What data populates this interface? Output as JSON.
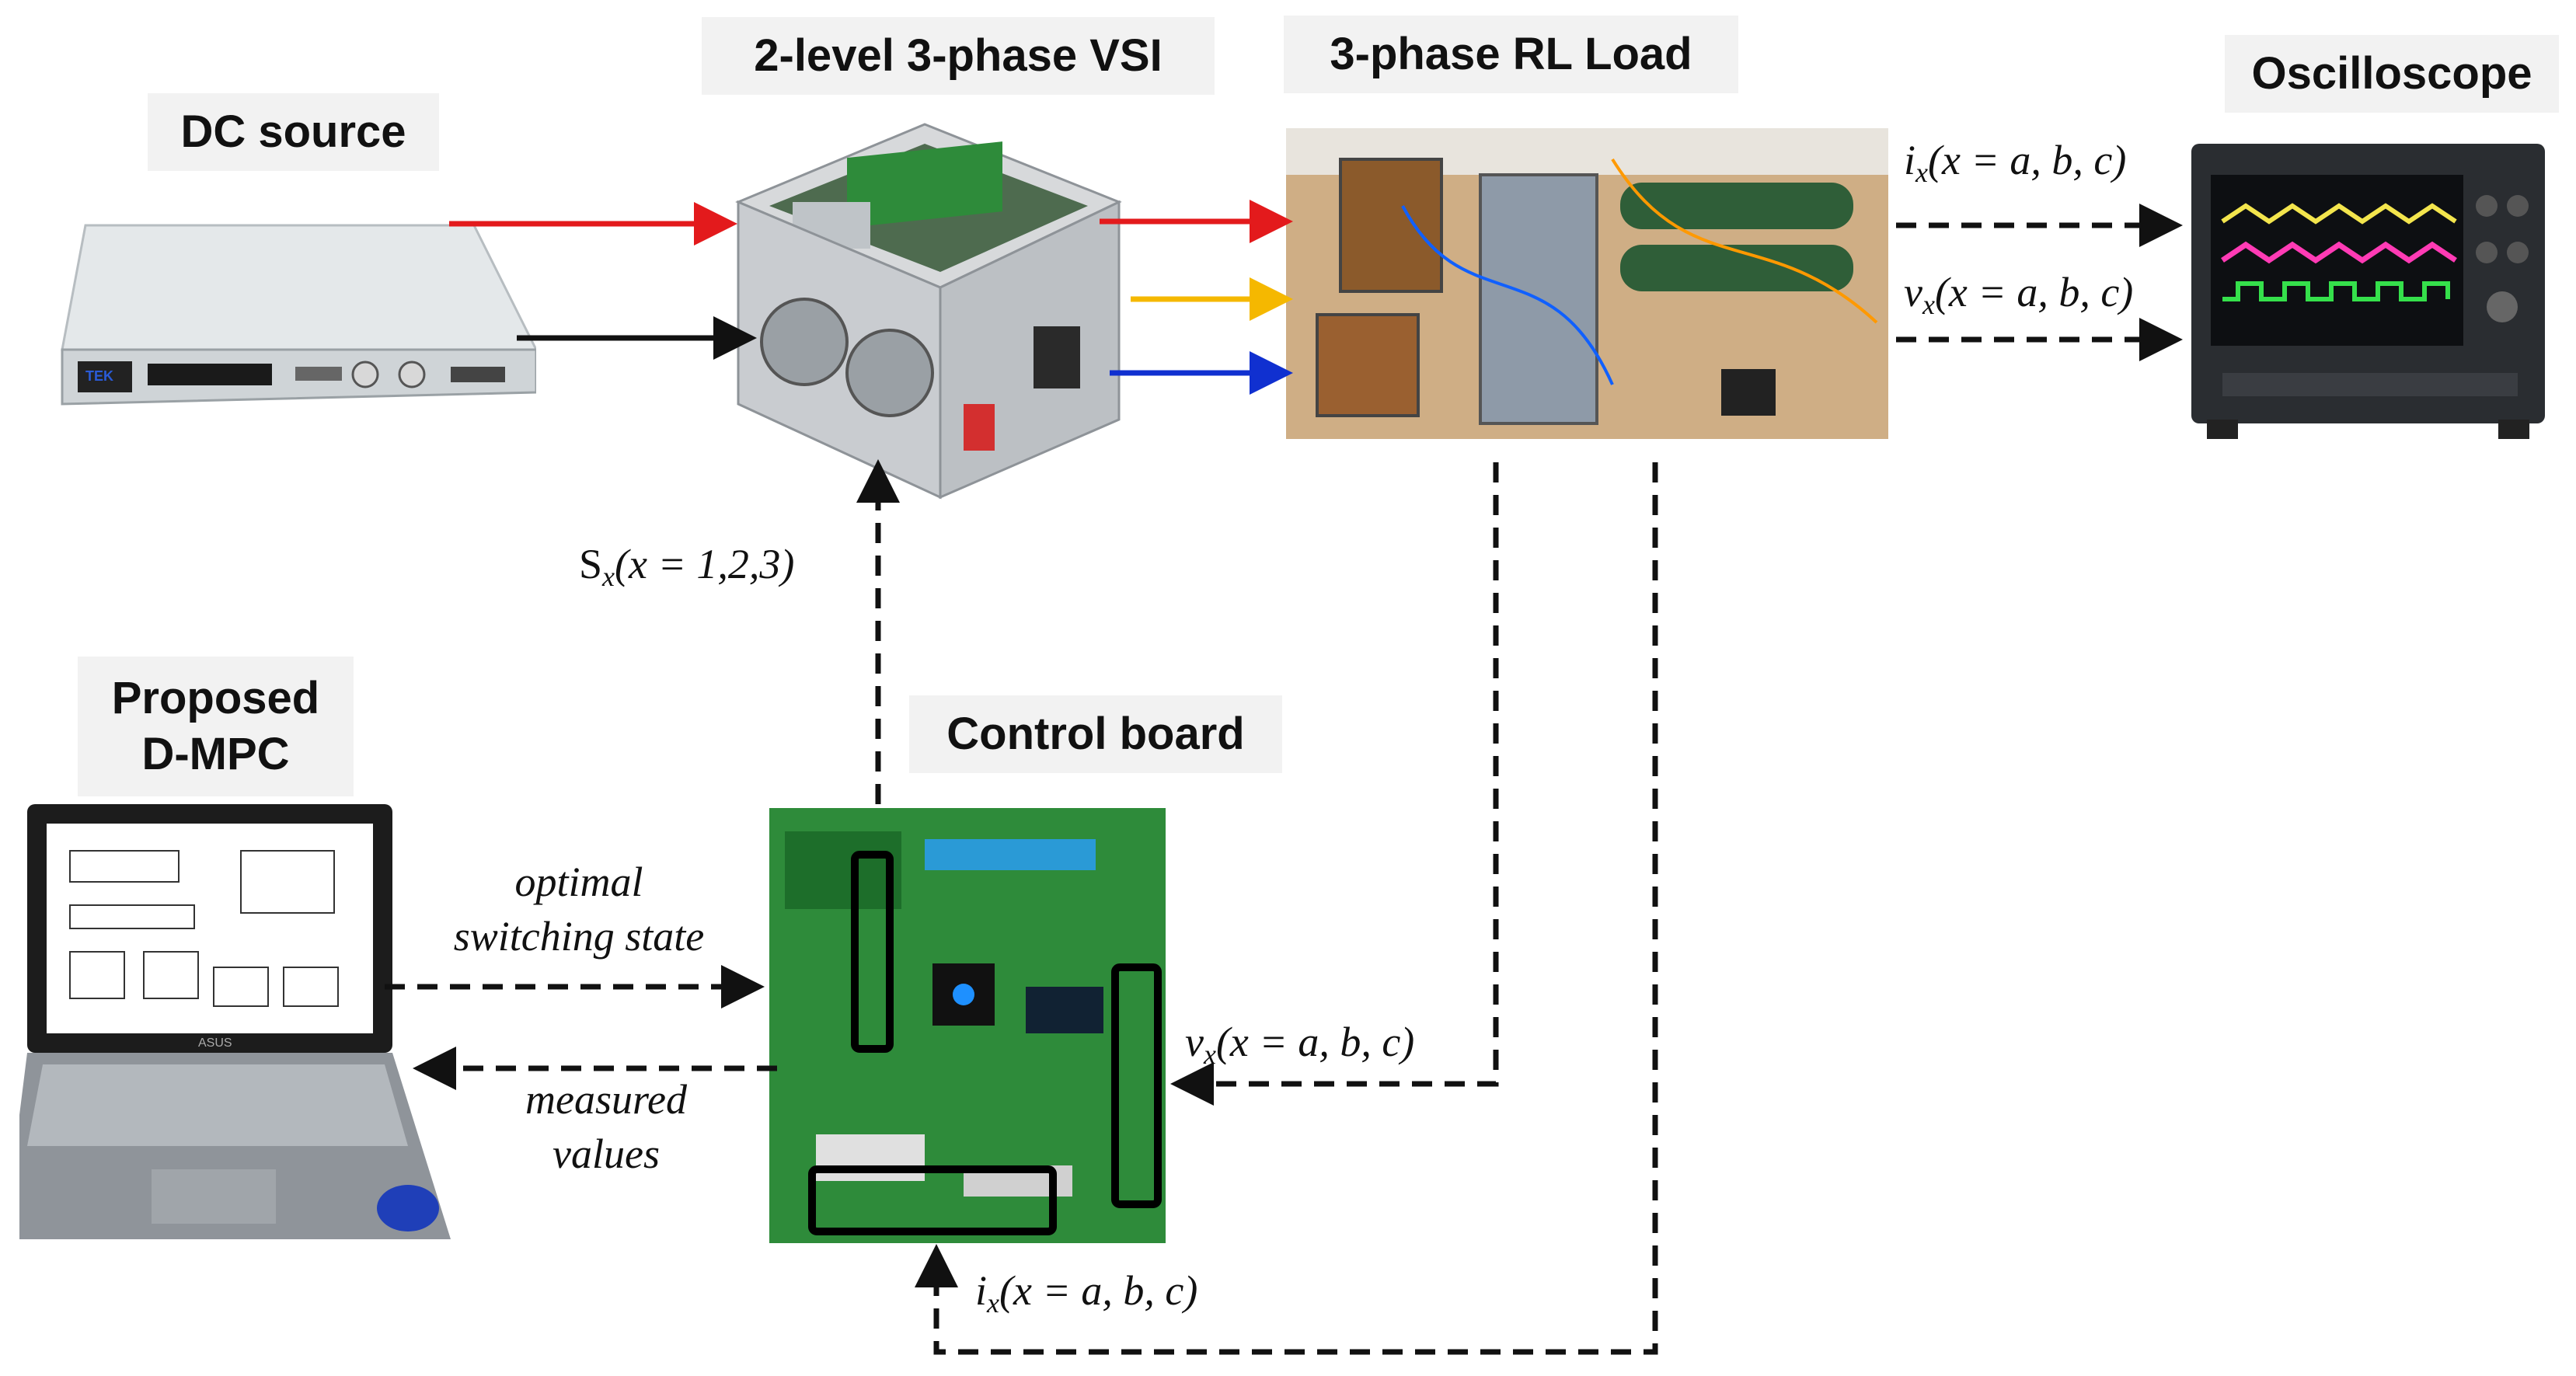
{
  "labels": {
    "dc_source": "DC source",
    "vsi": "2-level 3-phase VSI",
    "rl_load": "3-phase RL Load",
    "oscilloscope": "Oscilloscope",
    "dmpc_line1": "Proposed",
    "dmpc_line2": "D-MPC",
    "control_board": "Control board"
  },
  "signals": {
    "switching": {
      "sym": "S",
      "sub": "x",
      "arg": "(x = 1,2,3)"
    },
    "i_to_scope": {
      "sym": "i",
      "sub": "x",
      "arg": "(x = a, b, c)"
    },
    "v_to_scope": {
      "sym": "v",
      "sub": "x",
      "arg": "(x = a, b, c)"
    },
    "v_to_board": {
      "sym": "v",
      "sub": "x",
      "arg": "(x = a, b, c)"
    },
    "i_to_board": {
      "sym": "i",
      "sub": "x",
      "arg": "(x = a, b, c)"
    },
    "optimal_line1": "optimal",
    "optimal_line2": "switching state",
    "measured_line1": "measured",
    "measured_line2": "values"
  },
  "devices": {
    "dc_source_brand": "TEK",
    "laptop_brand": "ASUS"
  },
  "colors": {
    "phase_a": "#e31a1c",
    "phase_b": "#f5b800",
    "phase_c": "#1030d0",
    "dc_neg": "#111111",
    "label_bg": "#f2f2f2",
    "pcb_green": "#2e8b3a"
  }
}
